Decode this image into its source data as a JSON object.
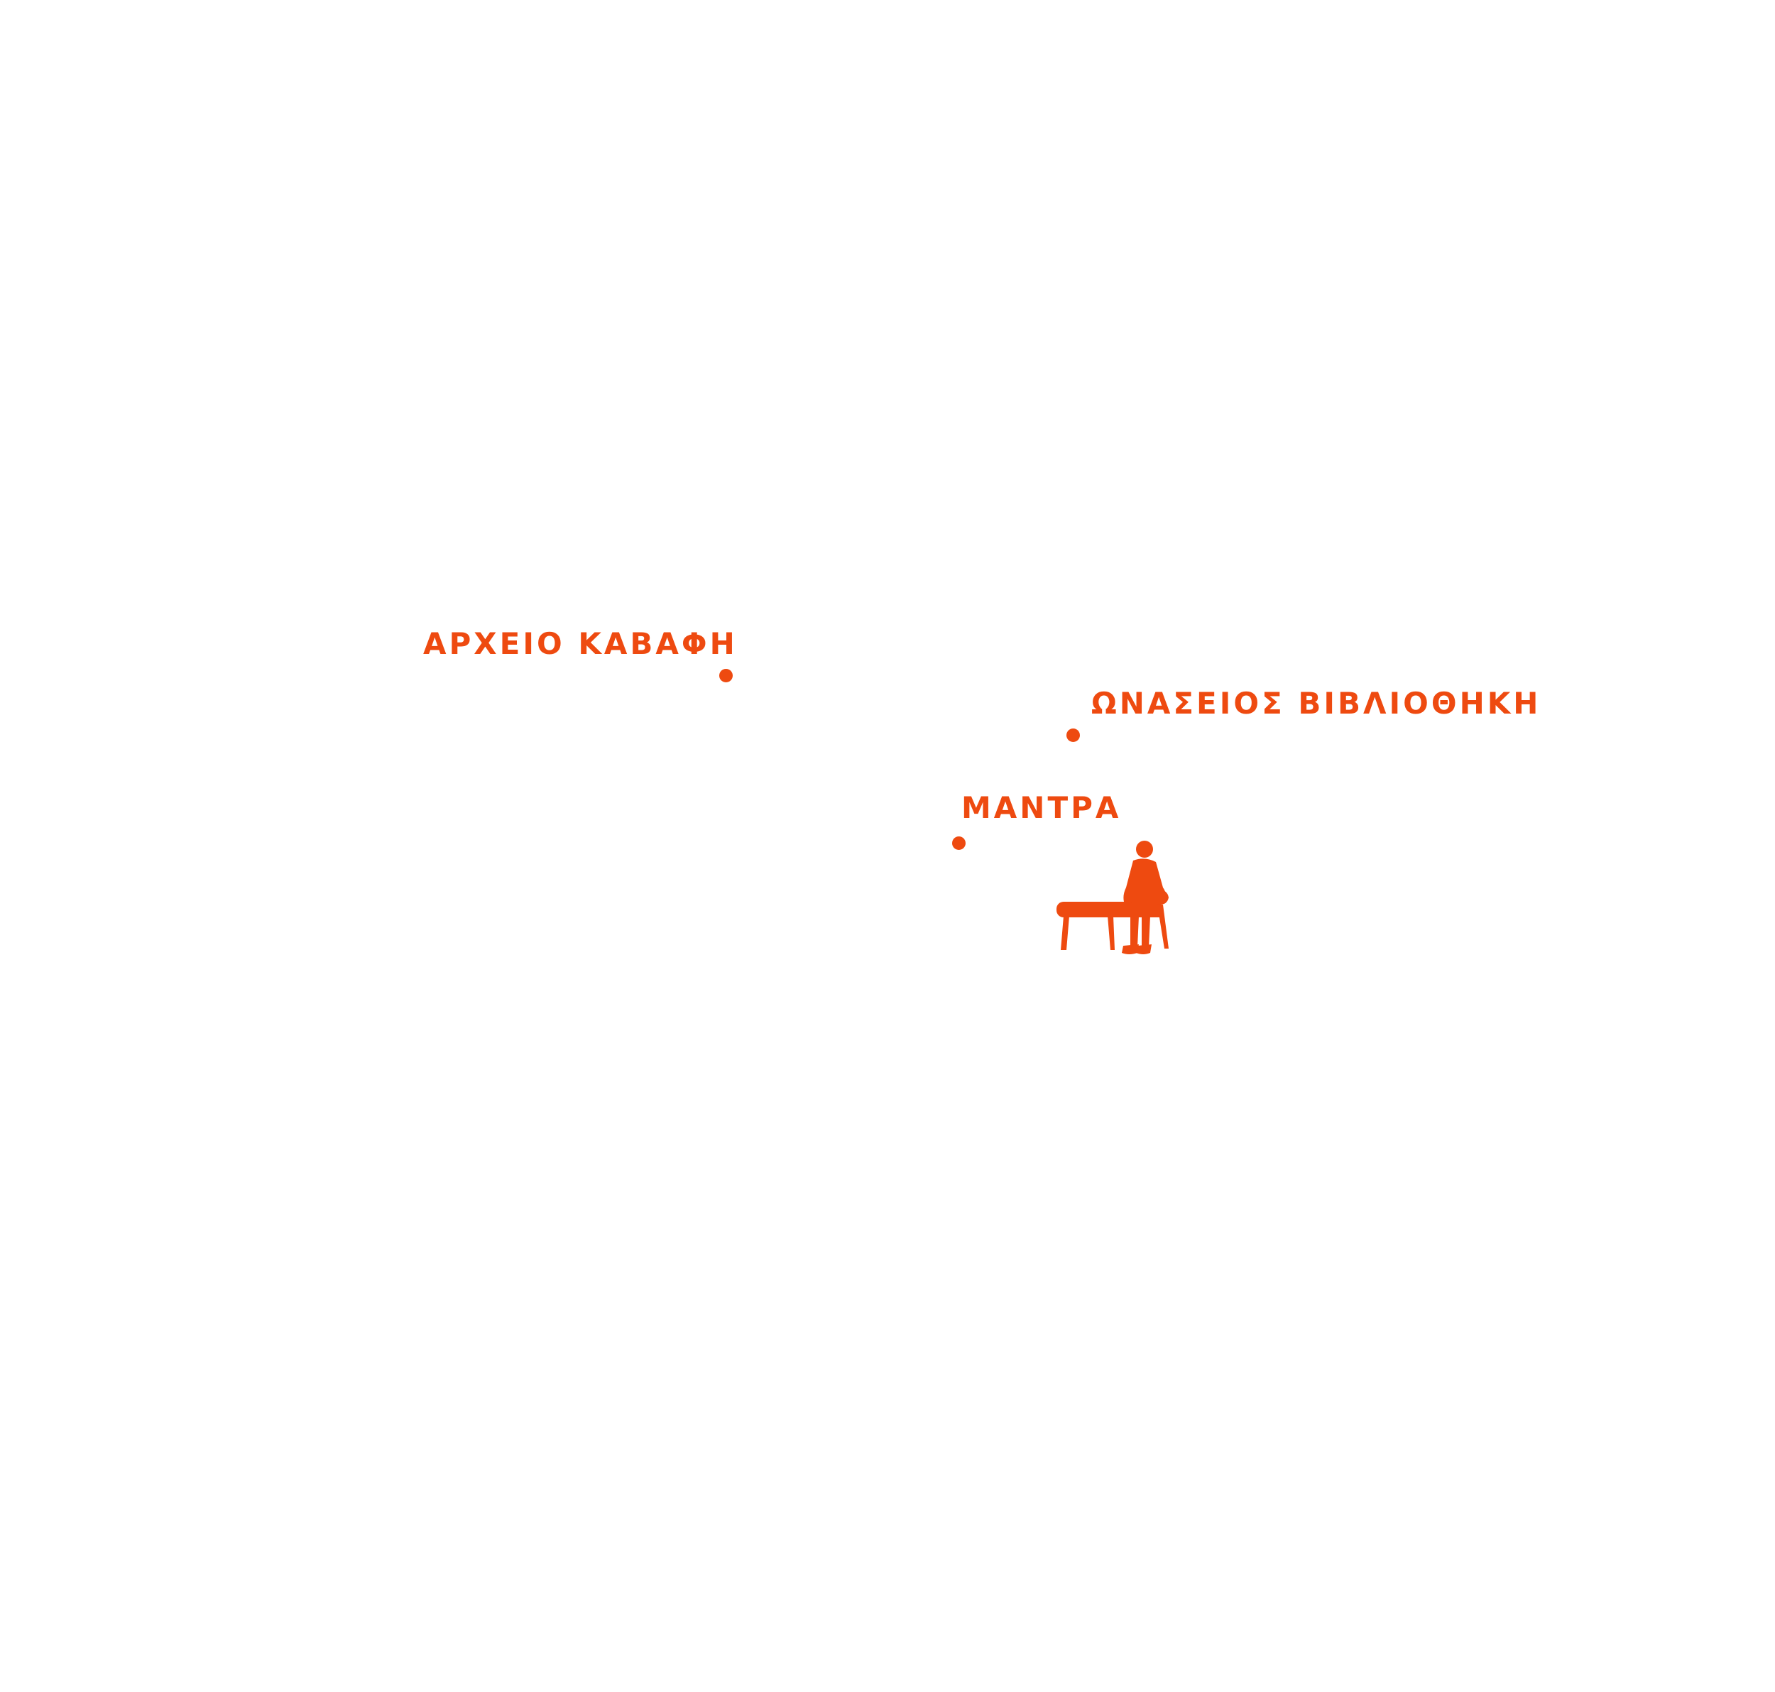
{
  "colors": {
    "background": "#ffffff",
    "accent": "#ee4a10"
  },
  "locations": [
    {
      "id": "archive",
      "label": "ΑΡΧΕΙΟ ΚΑΒΑΦΗ"
    },
    {
      "id": "library",
      "label": "ΩΝΑΣΕΙΟΣ ΒΙΒΛΙΟΘΗΚΗ"
    },
    {
      "id": "mantra",
      "label": "ΜΑΝΤΡΑ"
    }
  ],
  "figure": {
    "icon": "seated-man-on-bench-icon"
  }
}
